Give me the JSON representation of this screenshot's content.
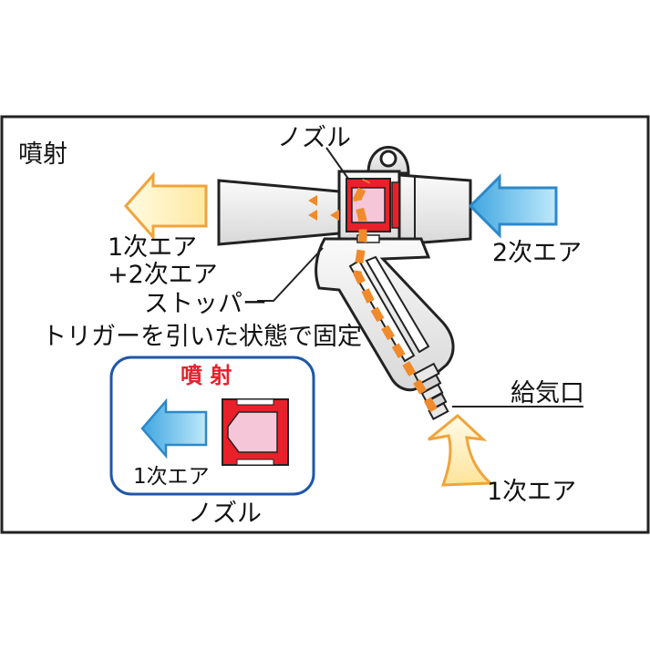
{
  "title": "噴射",
  "labels": {
    "nozzle_top": "ノズル",
    "primary_plus_secondary_line1": "1次エア",
    "primary_plus_secondary_line2": "+2次エア",
    "secondary_air": "2次エア",
    "stopper": "ストッパー",
    "trigger_state": "トリガーを引いた状態で固定",
    "inlet": "給気口",
    "primary_air_inlet": "1次エア",
    "inset_title": "噴 射",
    "inset_primary_air": "1次エア",
    "inset_nozzle": "ノズル"
  },
  "colors": {
    "frame": "#222222",
    "gun_body": "#f2f2f2",
    "nozzle_red": "#e8202a",
    "air_path_orange": "#f08a2a",
    "arrow_yellow": "#fff3b0",
    "arrow_yellow_stroke": "#f0a43c",
    "arrow_blue": "#7fd0f0",
    "arrow_blue_stroke": "#2e88c8",
    "inset_border": "#1f56a8",
    "inset_pink": "#f5c6d8"
  }
}
